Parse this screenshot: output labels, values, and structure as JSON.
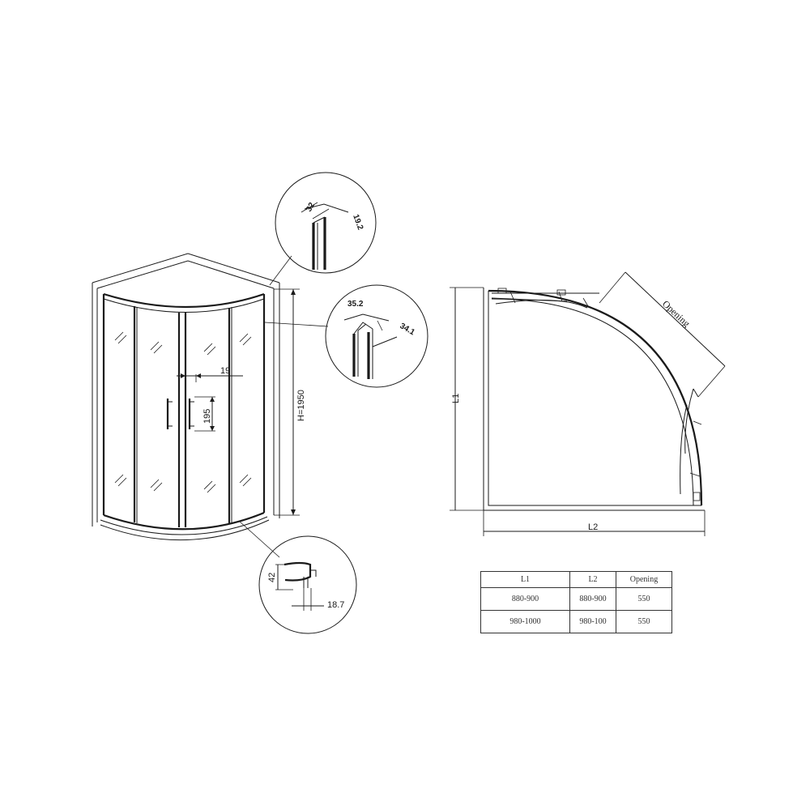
{
  "dims": {
    "frame_depth": "32",
    "frame_width": "19.2",
    "profile_depth": "35.2",
    "profile_width": "34.1",
    "handle_offset": "19",
    "handle_height": "195",
    "height": "H=1950",
    "tray_height": "42",
    "tray_width": "18.7"
  },
  "plan": {
    "side_label": "L1",
    "width_label": "L2",
    "opening_label": "Opening"
  },
  "table": {
    "headers": [
      "L1",
      "L2",
      "Opening"
    ],
    "rows": [
      [
        "880-900",
        "880-900",
        "550"
      ],
      [
        "980-1000",
        "980-100",
        "550"
      ]
    ]
  }
}
